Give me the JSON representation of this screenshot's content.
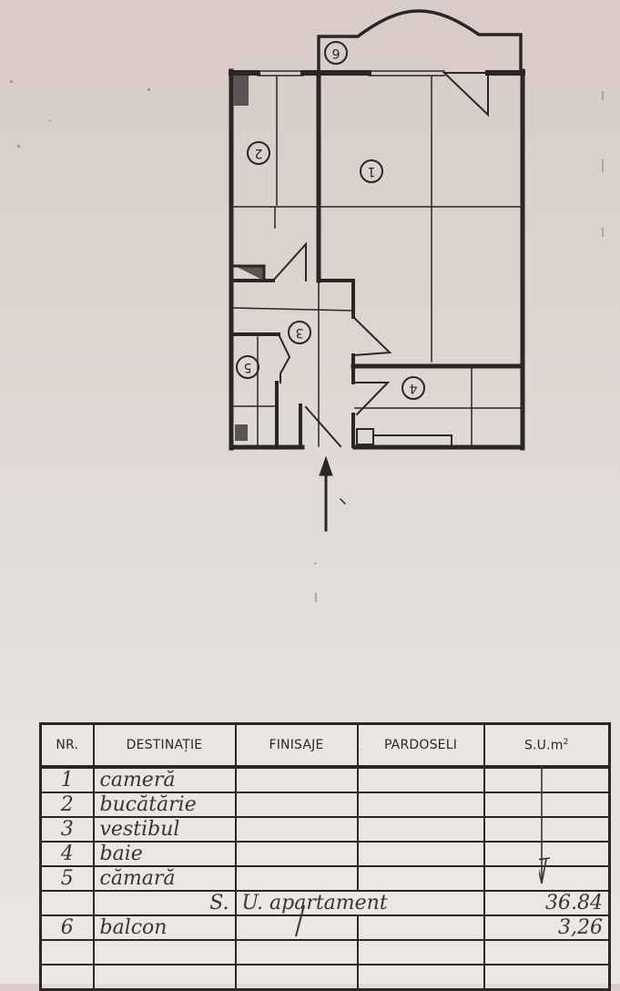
{
  "document": {
    "type": "apartment floor plan",
    "background_color": "#ddd3cf",
    "ink_color": "#2b2727"
  },
  "floor_plan": {
    "rooms": [
      {
        "nr": "1",
        "label": "1"
      },
      {
        "nr": "2",
        "label": "2"
      },
      {
        "nr": "3",
        "label": "3"
      },
      {
        "nr": "4",
        "label": "4"
      },
      {
        "nr": "5",
        "label": "5"
      },
      {
        "nr": "6",
        "label": "6"
      }
    ],
    "entrance_arrow": "up-arrow"
  },
  "schedule": {
    "headers": {
      "nr": "NR.",
      "destinatie": "DESTINAȚIE",
      "finisaje": "FINISAJE",
      "pardoseli": "PARDOSELI",
      "su": "S.U.m",
      "su_sup": "2"
    },
    "rows": [
      {
        "nr": "1",
        "destinatie": "cameră",
        "finisaje": "",
        "pardoseli": "",
        "su": ""
      },
      {
        "nr": "2",
        "destinatie": "bucătărie",
        "finisaje": "",
        "pardoseli": "",
        "su": ""
      },
      {
        "nr": "3",
        "destinatie": "vestibul",
        "finisaje": "",
        "pardoseli": "",
        "su": ""
      },
      {
        "nr": "4",
        "destinatie": "baie",
        "finisaje": "",
        "pardoseli": "",
        "su": ""
      },
      {
        "nr": "5",
        "destinatie": "cămară",
        "finisaje": "",
        "pardoseli": "",
        "su": ""
      }
    ],
    "total": {
      "label_part1": "S.",
      "label_part2": "U. apartament",
      "value": "36.84"
    },
    "extra_rows": [
      {
        "nr": "6",
        "destinatie": "balcon",
        "su": "3,26"
      }
    ],
    "empty_rows": 2
  }
}
